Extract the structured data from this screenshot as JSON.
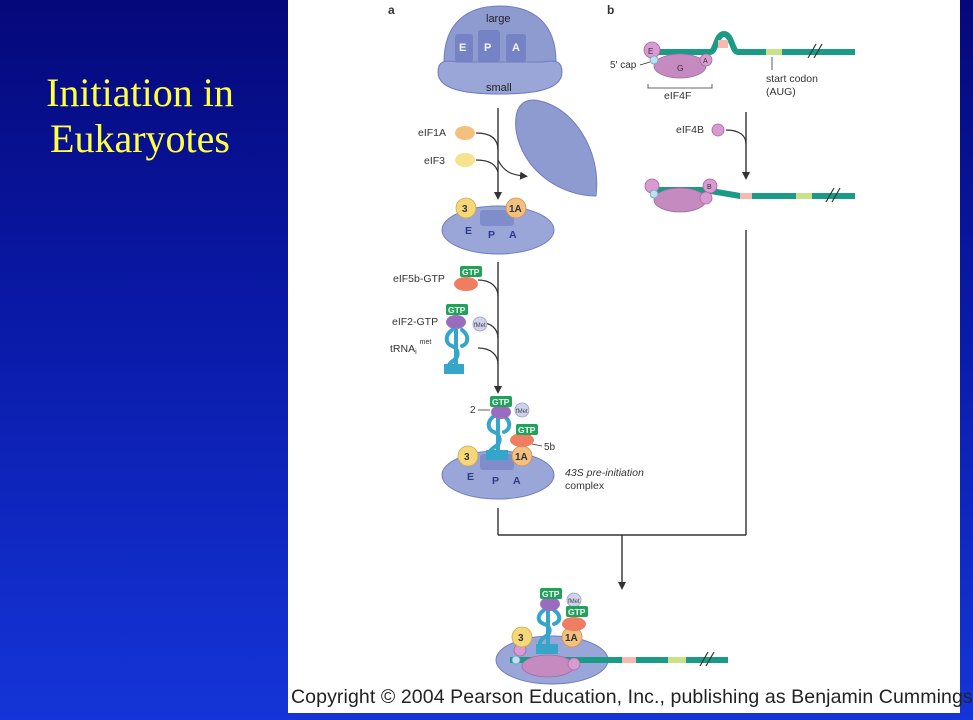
{
  "slide": {
    "title_line1": "Initiation in",
    "title_line2": "Eukaryotes",
    "copyright": "Copyright © 2004 Pearson Education, Inc., publishing as Benjamin Cummings"
  },
  "figure": {
    "panel_a": "a",
    "panel_b": "b",
    "large": "large",
    "small": "small",
    "site_e": "E",
    "site_p": "P",
    "site_a": "A",
    "eif1a": "eIF1A",
    "eif3": "eIF3",
    "factor_3": "3",
    "factor_1a": "1A",
    "eif5b_gtp": "eIF5b-GTP",
    "eif2_gtp": "eIF2-GTP",
    "trna_main": "tRNA",
    "trna_sub": "i",
    "trna_sup": "met",
    "gtp": "GTP",
    "fmet": "fMet",
    "num_2": "2",
    "num_5b": "5b",
    "complex_line1": "43S pre-initiation",
    "complex_line2": "complex",
    "cap": "5′ cap",
    "eif4f": "eIF4F",
    "start_codon_line1": "start codon",
    "start_codon_line2": "(AUG)",
    "eif4b": "eIF4B",
    "label_e": "E",
    "label_g": "G",
    "label_a": "A",
    "label_b": "B"
  }
}
